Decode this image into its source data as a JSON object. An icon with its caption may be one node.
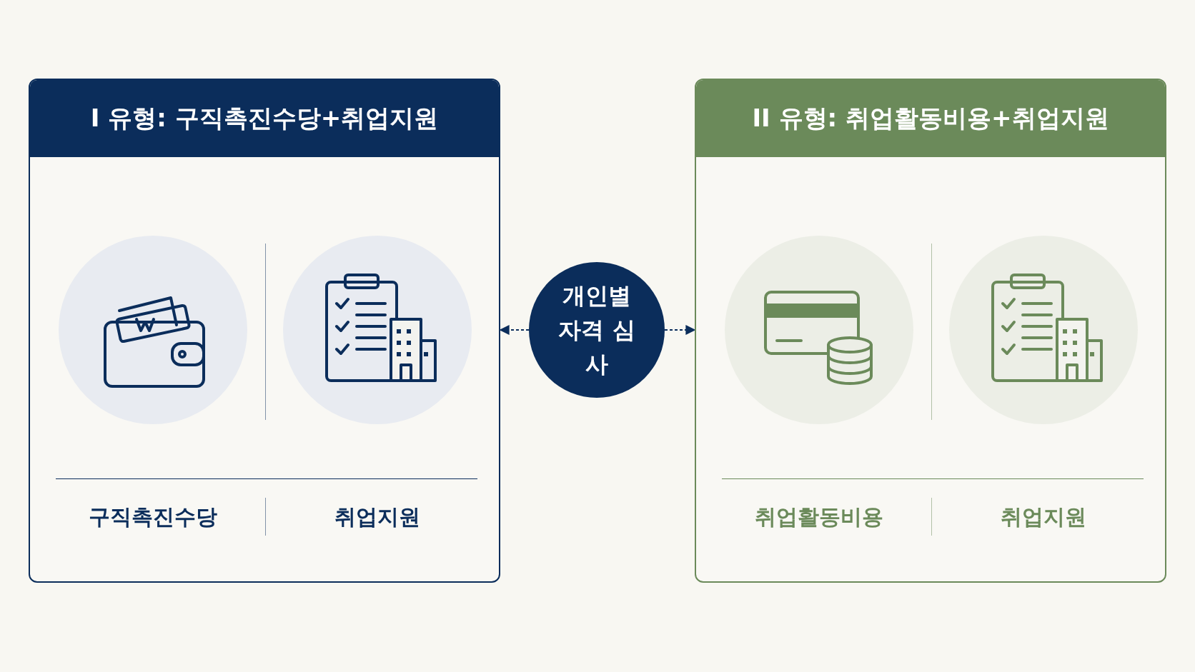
{
  "diagram": {
    "nodes": [
      {
        "text": [
          "I 유형: 구직촉진수당+취업지원",
          "구직촉진수당",
          "취업지원"
        ]
      },
      {
        "text": [
          "개인별 자격 심사"
        ]
      },
      {
        "text": [
          "II 유형: 취업활동비용+취업지원",
          "취업활동비용",
          "취업지원"
        ]
      }
    ],
    "edges": [
      {
        "from": 1,
        "to": 0,
        "arrow": "to",
        "style": "dashed"
      },
      {
        "from": 1,
        "to": 2,
        "arrow": "to",
        "style": "dashed"
      }
    ]
  }
}
